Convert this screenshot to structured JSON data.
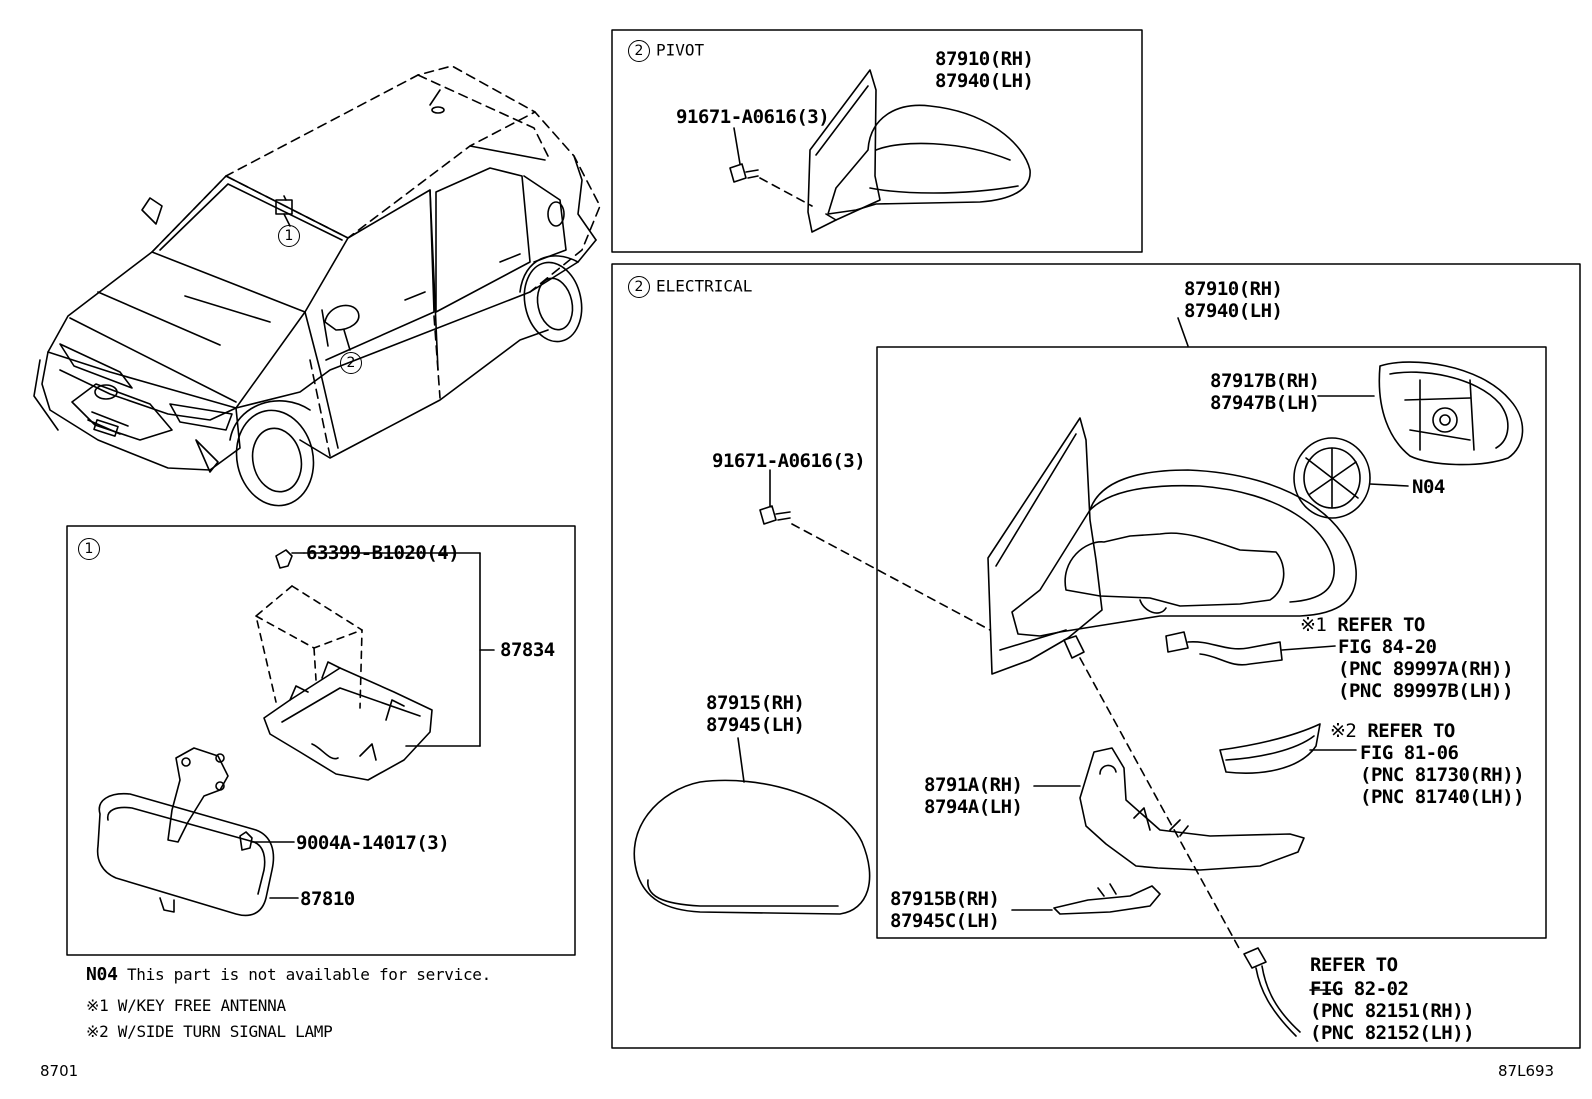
{
  "callouts": {
    "ref1": "1",
    "ref2": "2"
  },
  "pivot": {
    "header": "PIVOT",
    "assy_rh": "87910(RH)",
    "assy_lh": "87940(LH)",
    "screw": "91671-A0616(3)"
  },
  "electrical": {
    "header": "ELECTRICAL",
    "assy_rh": "87910(RH)",
    "assy_lh": "87940(LH)",
    "screw": "91671-A0616(3)",
    "cover_rh": "87915(RH)",
    "cover_lh": "87945(LH)",
    "housing_rh": "87917B(RH)",
    "housing_lh": "87947B(LH)",
    "n04": "N04",
    "ref1_mark": "※1",
    "ref1_l1": "REFER TO",
    "ref1_l2": "FIG 84-20",
    "ref1_l3": "(PNC 89997A(RH))",
    "ref1_l4": "(PNC 89997B(LH))",
    "ref2_mark": "※2",
    "ref2_l1": "REFER TO",
    "ref2_l2": "FIG 81-06",
    "ref2_l3": "(PNC 81730(RH))",
    "ref2_l4": "(PNC 81740(LH))",
    "base_rh": "8791A(RH)",
    "base_lh": "8794A(LH)",
    "cover2_rh": "87915B(RH)",
    "cover2_lh": "87945C(LH)",
    "ref3_l1": "REFER TO",
    "ref3_l2": "FIG 82-02",
    "ref3_l3": "(PNC 82151(RH))",
    "ref3_l4": "(PNC 82152(LH))"
  },
  "inner": {
    "clip": "63399-B1020(4)",
    "cover": "87834",
    "screw": "9004A-14017(3)",
    "mirror": "87810"
  },
  "notes": {
    "n04_code": "N04",
    "n04_text": "This part is not available for service.",
    "note1_mark": "※1",
    "note1_text": "W/KEY FREE ANTENNA",
    "note2_mark": "※2",
    "note2_text": "W/SIDE TURN SIGNAL LAMP"
  },
  "page_code": "8701",
  "illustration_code": "87L693"
}
